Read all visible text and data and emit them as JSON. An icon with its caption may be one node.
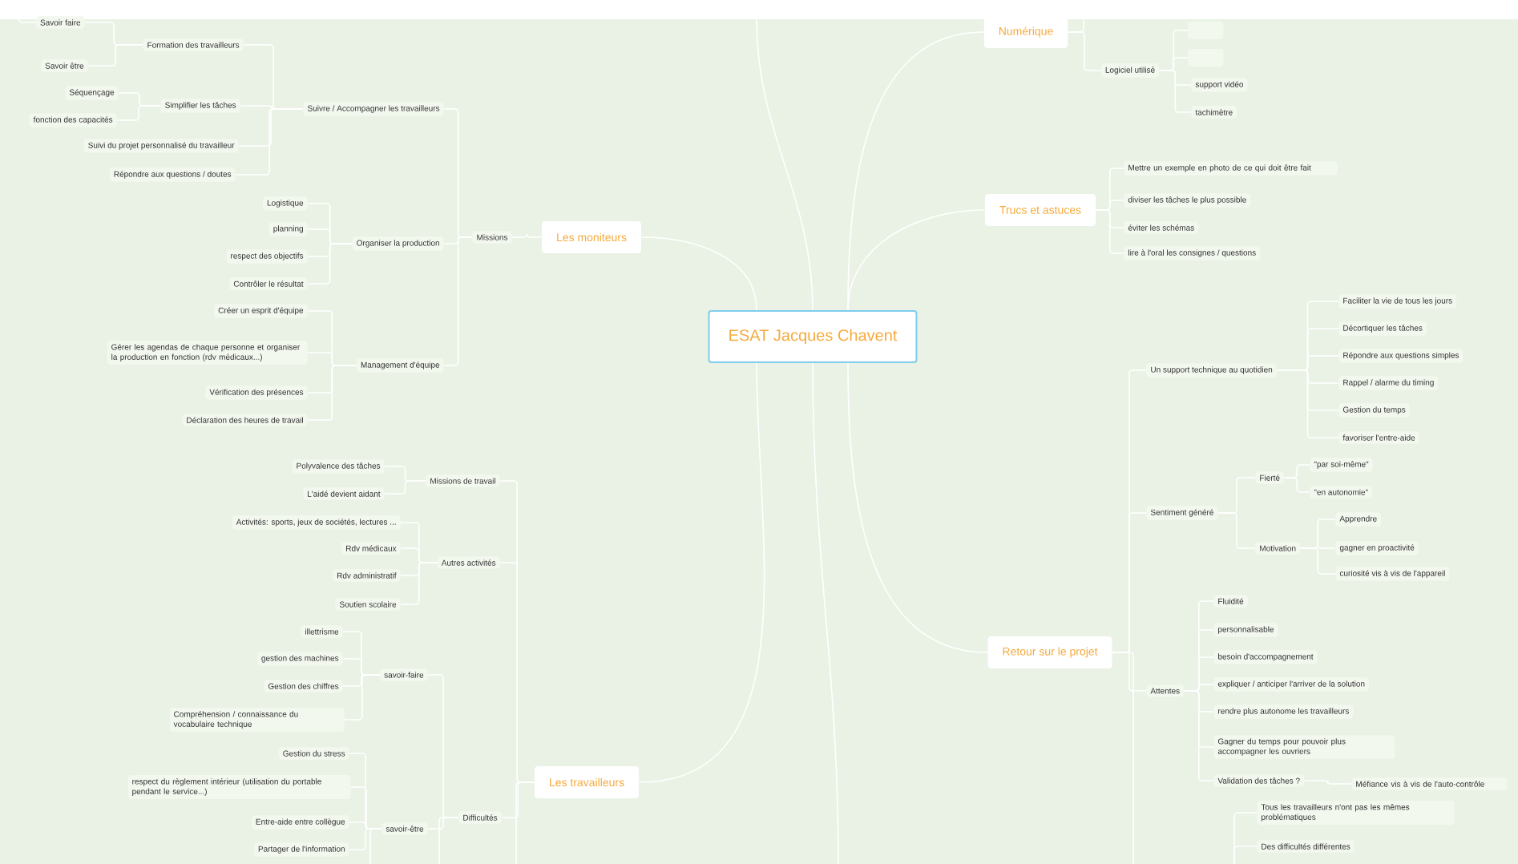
{
  "diagram": {
    "nodes": [
      {
        "text": [
          "ESAT Jacques Chavent"
        ]
      },
      {
        "text": [
          "Les moniteurs"
        ]
      },
      {
        "text": [
          "Missions"
        ]
      },
      {
        "text": [
          "Suivre / Accompagner les travailleurs"
        ]
      },
      {
        "text": [
          "Formation des travailleurs"
        ]
      },
      {
        "text": [
          "Savoir faire"
        ]
      },
      {
        "text": [
          "Savoir être"
        ]
      },
      {
        "text": [
          "Simplifier les tâches"
        ]
      },
      {
        "text": [
          "Séquençage"
        ]
      },
      {
        "text": [
          "fonction des capacités"
        ]
      },
      {
        "text": [
          "Suivi du projet personnalisé du travailleur"
        ]
      },
      {
        "text": [
          "Répondre aux questions / doutes"
        ]
      },
      {
        "text": [
          "Organiser la production"
        ]
      },
      {
        "text": [
          "Logistique"
        ]
      },
      {
        "text": [
          "planning"
        ]
      },
      {
        "text": [
          "respect des objectifs"
        ]
      },
      {
        "text": [
          "Contrôler le résultat"
        ]
      },
      {
        "text": [
          "Management d'équipe"
        ]
      },
      {
        "text": [
          "Créer un esprit d'équipe"
        ]
      },
      {
        "text": [
          "Gérer les agendas de chaque personne et organiser la production en fonction (rdv médicaux...)"
        ]
      },
      {
        "text": [
          "Vérification des présences"
        ]
      },
      {
        "text": [
          "Déclaration des heures de travail"
        ]
      },
      {
        "text": [
          "Les travailleurs"
        ]
      },
      {
        "text": [
          "Missions de travail"
        ]
      },
      {
        "text": [
          "Polyvalence des tâches"
        ]
      },
      {
        "text": [
          "L'aidé devient aidant"
        ]
      },
      {
        "text": [
          "Autres activités"
        ]
      },
      {
        "text": [
          "Activités: sports, jeux de sociétés, lectures ..."
        ]
      },
      {
        "text": [
          "Rdv médicaux"
        ]
      },
      {
        "text": [
          "Rdv administratif"
        ]
      },
      {
        "text": [
          "Soutien scolaire"
        ]
      },
      {
        "text": [
          "Difficultés"
        ]
      },
      {
        "text": [
          "savoir-faire"
        ]
      },
      {
        "text": [
          "illettrisme"
        ]
      },
      {
        "text": [
          "gestion des machines"
        ]
      },
      {
        "text": [
          "Gestion des chiffres"
        ]
      },
      {
        "text": [
          "Compréhension / connaissance du vocabulaire technique"
        ]
      },
      {
        "text": [
          "savoir-être"
        ]
      },
      {
        "text": [
          "Gestion du stress"
        ]
      },
      {
        "text": [
          "respect du règlement intérieur (utilisation du portable pendant le service...)"
        ]
      },
      {
        "text": [
          "Entre-aide entre collègue"
        ]
      },
      {
        "text": [
          "Partager de l'information"
        ]
      },
      {
        "text": [
          "Numérique"
        ]
      },
      {
        "text": [
          "Logiciel utilisé"
        ]
      },
      {
        "text": [],
        "shape": "box"
      },
      {
        "text": [],
        "shape": "box"
      },
      {
        "text": [
          "support vidéo"
        ]
      },
      {
        "text": [
          "tachimètre"
        ]
      },
      {
        "text": [
          "Trucs et astuces"
        ]
      },
      {
        "text": [
          "Mettre un exemple en photo de ce qui doit être fait"
        ]
      },
      {
        "text": [
          "diviser les tâches le plus possible"
        ]
      },
      {
        "text": [
          "éviter les schémas"
        ]
      },
      {
        "text": [
          "lire à l'oral les consignes / questions"
        ]
      },
      {
        "text": [
          "Retour sur le projet"
        ]
      },
      {
        "text": [
          "Un support technique au quotidien"
        ]
      },
      {
        "text": [
          "Faciliter la vie de tous les jours"
        ]
      },
      {
        "text": [
          "Décortiquer les tâches"
        ]
      },
      {
        "text": [
          "Répondre aux questions simples"
        ]
      },
      {
        "text": [
          "Rappel / alarme du timing"
        ]
      },
      {
        "text": [
          "Gestion du temps"
        ]
      },
      {
        "text": [
          "favoriser l'entre-aide"
        ]
      },
      {
        "text": [
          "Sentiment généré"
        ]
      },
      {
        "text": [
          "Fierté"
        ]
      },
      {
        "text": [
          "\"par soi-même\""
        ]
      },
      {
        "text": [
          "\"en autonomie\""
        ]
      },
      {
        "text": [
          "Motivation"
        ]
      },
      {
        "text": [
          "Apprendre"
        ]
      },
      {
        "text": [
          "gagner en proactivité"
        ]
      },
      {
        "text": [
          "curiosité vis à vis de l'appareil"
        ]
      },
      {
        "text": [
          "Attentes"
        ]
      },
      {
        "text": [
          "Fluidité"
        ]
      },
      {
        "text": [
          "personnalisable"
        ]
      },
      {
        "text": [
          "besoin d'accompagnement"
        ]
      },
      {
        "text": [
          "expliquer / anticiper l'arriver de la solution"
        ]
      },
      {
        "text": [
          "rendre plus autonome les travailleurs"
        ]
      },
      {
        "text": [
          "Gagner du temps pour pouvoir plus accompagner les ouvriers"
        ]
      },
      {
        "text": [
          "Validation des tâches ?"
        ]
      },
      {
        "text": [
          "Méfiance vis à vis de l'auto-contrôle"
        ]
      },
      {
        "text": [
          "Tous les travailleurs n'ont pas les mêmes problématiques"
        ]
      },
      {
        "text": [
          "Des difficultés différentes"
        ]
      }
    ],
    "edges": [
      {
        "from": 0,
        "to": 1,
        "arrow": "none"
      },
      {
        "from": 1,
        "to": 2,
        "arrow": "none"
      },
      {
        "from": 2,
        "to": 3,
        "arrow": "none"
      },
      {
        "from": 3,
        "to": 4,
        "arrow": "none"
      },
      {
        "from": 4,
        "to": 5,
        "arrow": "none"
      },
      {
        "from": 4,
        "to": 6,
        "arrow": "none"
      },
      {
        "from": 3,
        "to": 7,
        "arrow": "none"
      },
      {
        "from": 7,
        "to": 8,
        "arrow": "none"
      },
      {
        "from": 7,
        "to": 9,
        "arrow": "none"
      },
      {
        "from": 3,
        "to": 10,
        "arrow": "none"
      },
      {
        "from": 3,
        "to": 11,
        "arrow": "none"
      },
      {
        "from": 2,
        "to": 12,
        "arrow": "none"
      },
      {
        "from": 12,
        "to": 13,
        "arrow": "none"
      },
      {
        "from": 12,
        "to": 14,
        "arrow": "none"
      },
      {
        "from": 12,
        "to": 15,
        "arrow": "none"
      },
      {
        "from": 12,
        "to": 16,
        "arrow": "none"
      },
      {
        "from": 2,
        "to": 17,
        "arrow": "none"
      },
      {
        "from": 17,
        "to": 18,
        "arrow": "none"
      },
      {
        "from": 17,
        "to": 19,
        "arrow": "none"
      },
      {
        "from": 17,
        "to": 20,
        "arrow": "none"
      },
      {
        "from": 17,
        "to": 21,
        "arrow": "none"
      },
      {
        "from": 0,
        "to": 22,
        "arrow": "none"
      },
      {
        "from": 22,
        "to": 23,
        "arrow": "none"
      },
      {
        "from": 23,
        "to": 24,
        "arrow": "none"
      },
      {
        "from": 23,
        "to": 25,
        "arrow": "none"
      },
      {
        "from": 22,
        "to": 26,
        "arrow": "none"
      },
      {
        "from": 26,
        "to": 27,
        "arrow": "none"
      },
      {
        "from": 26,
        "to": 28,
        "arrow": "none"
      },
      {
        "from": 26,
        "to": 29,
        "arrow": "none"
      },
      {
        "from": 26,
        "to": 30,
        "arrow": "none"
      },
      {
        "from": 22,
        "to": 31,
        "arrow": "none"
      },
      {
        "from": 31,
        "to": 32,
        "arrow": "none"
      },
      {
        "from": 32,
        "to": 33,
        "arrow": "none"
      },
      {
        "from": 32,
        "to": 34,
        "arrow": "none"
      },
      {
        "from": 32,
        "to": 35,
        "arrow": "none"
      },
      {
        "from": 32,
        "to": 36,
        "arrow": "none"
      },
      {
        "from": 31,
        "to": 37,
        "arrow": "none"
      },
      {
        "from": 37,
        "to": 38,
        "arrow": "none"
      },
      {
        "from": 37,
        "to": 39,
        "arrow": "none"
      },
      {
        "from": 37,
        "to": 40,
        "arrow": "none"
      },
      {
        "from": 37,
        "to": 41,
        "arrow": "none"
      },
      {
        "from": 0,
        "to": 42,
        "arrow": "none"
      },
      {
        "from": 42,
        "to": 43,
        "arrow": "none"
      },
      {
        "from": 43,
        "to": 44,
        "arrow": "none"
      },
      {
        "from": 43,
        "to": 45,
        "arrow": "none"
      },
      {
        "from": 43,
        "to": 46,
        "arrow": "none"
      },
      {
        "from": 43,
        "to": 47,
        "arrow": "none"
      },
      {
        "from": 0,
        "to": 48,
        "arrow": "none"
      },
      {
        "from": 48,
        "to": 49,
        "arrow": "none"
      },
      {
        "from": 48,
        "to": 50,
        "arrow": "none"
      },
      {
        "from": 48,
        "to": 51,
        "arrow": "none"
      },
      {
        "from": 48,
        "to": 52,
        "arrow": "none"
      },
      {
        "from": 0,
        "to": 53,
        "arrow": "none"
      },
      {
        "from": 53,
        "to": 54,
        "arrow": "none"
      },
      {
        "from": 54,
        "to": 55,
        "arrow": "none"
      },
      {
        "from": 54,
        "to": 56,
        "arrow": "none"
      },
      {
        "from": 54,
        "to": 57,
        "arrow": "none"
      },
      {
        "from": 54,
        "to": 58,
        "arrow": "none"
      },
      {
        "from": 54,
        "to": 59,
        "arrow": "none"
      },
      {
        "from": 54,
        "to": 60,
        "arrow": "none"
      },
      {
        "from": 53,
        "to": 61,
        "arrow": "none"
      },
      {
        "from": 61,
        "to": 62,
        "arrow": "none"
      },
      {
        "from": 62,
        "to": 63,
        "arrow": "none"
      },
      {
        "from": 62,
        "to": 64,
        "arrow": "none"
      },
      {
        "from": 61,
        "to": 65,
        "arrow": "none"
      },
      {
        "from": 65,
        "to": 66,
        "arrow": "none"
      },
      {
        "from": 65,
        "to": 67,
        "arrow": "none"
      },
      {
        "from": 65,
        "to": 68,
        "arrow": "none"
      },
      {
        "from": 53,
        "to": 69,
        "arrow": "none"
      },
      {
        "from": 69,
        "to": 70,
        "arrow": "none"
      },
      {
        "from": 69,
        "to": 71,
        "arrow": "none"
      },
      {
        "from": 69,
        "to": 72,
        "arrow": "none"
      },
      {
        "from": 69,
        "to": 73,
        "arrow": "none"
      },
      {
        "from": 69,
        "to": 74,
        "arrow": "none"
      },
      {
        "from": 69,
        "to": 75,
        "arrow": "none"
      },
      {
        "from": 69,
        "to": 76,
        "arrow": "none"
      },
      {
        "from": 76,
        "to": 77,
        "arrow": "none"
      },
      {
        "from": 5,
        "to": null,
        "arrow": "none"
      },
      {
        "from": 22,
        "to": null,
        "arrow": "none"
      },
      {
        "from": 31,
        "to": null,
        "arrow": "none"
      },
      {
        "from": 37,
        "to": null,
        "arrow": "none"
      },
      {
        "from": 42,
        "to": null,
        "arrow": "none"
      },
      {
        "from": 53,
        "to": null,
        "arrow": "none"
      },
      {
        "from": null,
        "to": 78,
        "arrow": "none"
      },
      {
        "from": null,
        "to": 79,
        "arrow": "none"
      },
      {
        "from": 0,
        "to": null,
        "arrow": "none"
      },
      {
        "from": 0,
        "to": null,
        "arrow": "none"
      }
    ]
  }
}
